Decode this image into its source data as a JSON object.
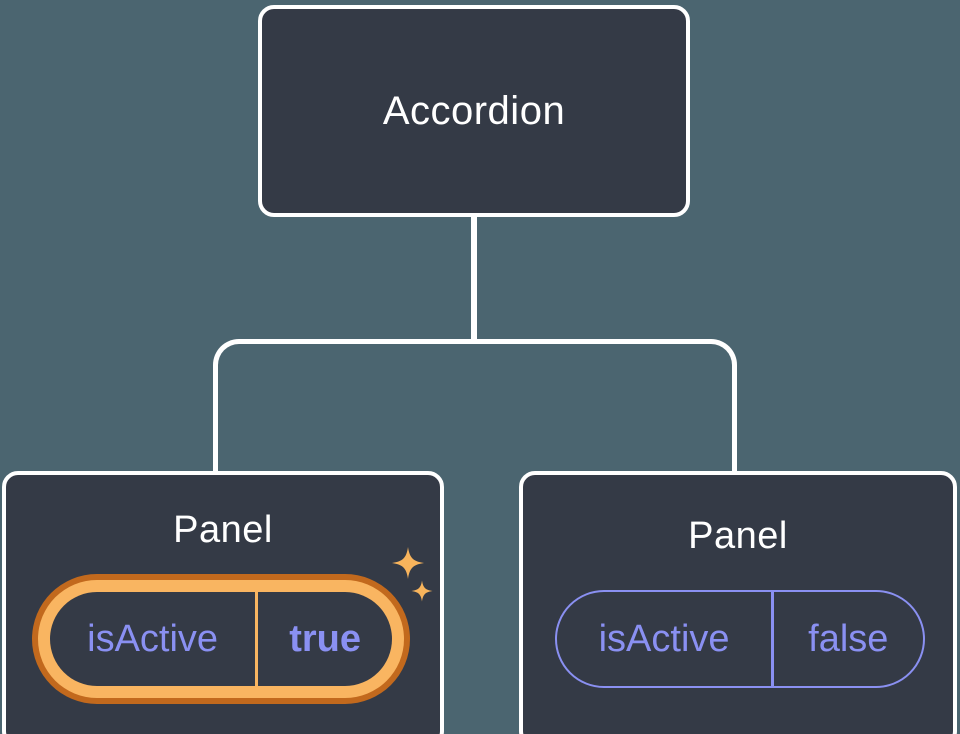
{
  "tree": {
    "root": {
      "label": "Accordion"
    },
    "children": [
      {
        "title": "Panel",
        "prop_name": "isActive",
        "prop_value": "true",
        "highlighted": true
      },
      {
        "title": "Panel",
        "prop_name": "isActive",
        "prop_value": "false",
        "highlighted": false
      }
    ]
  },
  "icons": {
    "sparkles": "sparkles-icon"
  },
  "colors": {
    "background": "#4b6570",
    "box_fill": "#343a46",
    "box_border": "#ffffff",
    "connector": "#ffffff",
    "text_primary": "#ffffff",
    "prop_text": "#8a90f2",
    "pill_border_purple": "#8a90f2",
    "highlight_outer": "#c2691d",
    "highlight_gold": "#f9b561",
    "sparkle": "#f8b45c"
  }
}
